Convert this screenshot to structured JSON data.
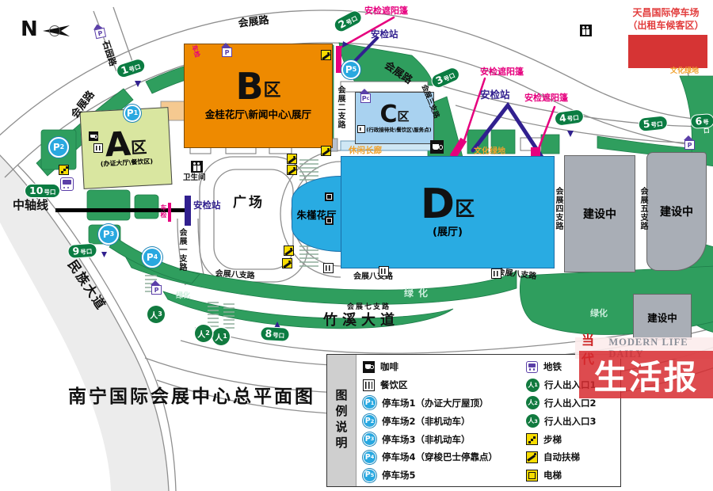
{
  "compass": {
    "n": "N"
  },
  "taxi_lot": {
    "line1": "天昌国际停车场",
    "line2": "（出租车候客区）"
  },
  "page_title": "南宁国际会展中心总平面图",
  "zones": {
    "a": {
      "big": "A",
      "qu": "区",
      "sub": "(办证大厅\\餐饮区)"
    },
    "b": {
      "big": "B",
      "qu": "区",
      "sub": "金桂花厅\\新闻中心\\展厅"
    },
    "c": {
      "big": "C",
      "qu": "区",
      "sub": "(行政接待处\\餐饮区\\服务点)"
    },
    "d": {
      "big": "D",
      "qu": "区",
      "sub": "(展厅)"
    },
    "zhujin_hall": "朱槿花厅",
    "under_construction": "建设中"
  },
  "roads": {
    "huizhan": "会展路",
    "shiyuan": "石园路",
    "minzu": "民族大道",
    "zhuxi": "竹溪大道",
    "zhongzhou": "中轴线",
    "br1": "会展一支路",
    "br2": "会展二支路",
    "br3": "会展三支路",
    "br4": "会展四支路",
    "br5": "会展五支路",
    "br7": "会展七支路",
    "br8": "会展八支路"
  },
  "labels": {
    "plaza": "广场",
    "leisure_corridor": "休闲长廊",
    "culture_green": "文化绿地",
    "green": "绿化",
    "toilet": "卫生间",
    "vehicle_check": "车检",
    "security_station": "安检站",
    "security_canopy": "安检遮阳篷"
  },
  "gates": {
    "suffix": "号口",
    "nums": [
      "1",
      "2",
      "3",
      "4",
      "5",
      "6",
      "8",
      "9",
      "10"
    ]
  },
  "parking": {
    "p": "P",
    "nums": [
      "1",
      "2",
      "3",
      "4",
      "5"
    ],
    "covered_sub": "c"
  },
  "pedestrian": {
    "glyph": "人",
    "nums": [
      "1",
      "2",
      "3"
    ]
  },
  "legend": {
    "heading": "图例说明",
    "left": [
      "咖啡",
      "餐饮区",
      "停车场1（办证大厅屋顶）",
      "停车场2（非机动车）",
      "停车场3（非机动车）",
      "停车场4（穿梭巴士停靠点）",
      "停车场5"
    ],
    "right": [
      "地铁",
      "行人出入口1",
      "行人出入口2",
      "行人出入口3",
      "步梯",
      "自动扶梯",
      "电梯"
    ]
  },
  "logo": {
    "brand_cn": "当代",
    "brand_en": "MODERN LIFE DAILY",
    "paper": "生活报"
  },
  "colors": {
    "accent_red": "#d53232",
    "magenta": "#e6007e",
    "indigo": "#31208f",
    "map_green": "#2f9e5e",
    "d_blue": "#29abe2",
    "b_orange": "#ee8a00"
  }
}
